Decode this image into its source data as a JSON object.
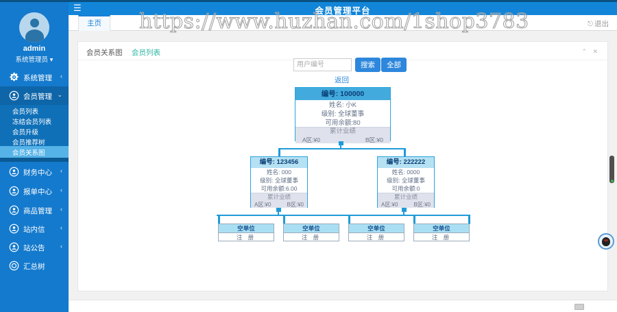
{
  "app": {
    "title": "会员管理平台",
    "menu_icon": "☰",
    "home_tab": "主页",
    "logout_icon": "⎋",
    "logout": "退出"
  },
  "watermark": "https://www.huzhan.com/1shop3783",
  "user": {
    "name": "admin",
    "role": "系统管理员 ▾"
  },
  "sidebar": {
    "items": [
      {
        "label": "系统管理",
        "icon": "gear",
        "chevron": "‹"
      },
      {
        "label": "会员管理",
        "icon": "users",
        "chevron": "⌄"
      },
      {
        "label": "财务中心",
        "icon": "users",
        "chevron": "‹"
      },
      {
        "label": "报单中心",
        "icon": "users",
        "chevron": "‹"
      },
      {
        "label": "商品管理",
        "icon": "users",
        "chevron": "‹"
      },
      {
        "label": "站内信",
        "icon": "users",
        "chevron": "‹"
      },
      {
        "label": "站公告",
        "icon": "users",
        "chevron": "‹"
      },
      {
        "label": "汇总树",
        "icon": "target",
        "chevron": ""
      }
    ],
    "member_submenu": [
      {
        "label": "会员列表"
      },
      {
        "label": "冻结会员列表"
      },
      {
        "label": "会员升级"
      },
      {
        "label": "会员推荐树"
      },
      {
        "label": "会员关系图"
      }
    ]
  },
  "panel": {
    "tab_current": "会员关系图",
    "tab_link": "会员列表",
    "collapse_icon": "⌃",
    "close_icon": "✕"
  },
  "search": {
    "placeholder": "用户编号",
    "search_btn": "搜索",
    "all_btn": "全部",
    "back_link": "返回"
  },
  "tree": {
    "root": {
      "id": "编号: 100000",
      "name": "姓名: 小K",
      "level": "级别: 全球董事",
      "balance": "可用余额:80",
      "perf": "累计业绩",
      "zone_a": "A区:¥0",
      "zone_b": "B区:¥0"
    },
    "children": [
      {
        "id": "编号: 123456",
        "name": "姓名: 000",
        "level": "级别: 全球董事",
        "balance": "可用余额:6.00",
        "perf": "累计业绩",
        "zone_a": "A区:¥0",
        "zone_b": "B区:¥0"
      },
      {
        "id": "编号: 222222",
        "name": "姓名: 0000",
        "level": "级别: 全球董事",
        "balance": "可用余额:0",
        "perf": "累计业绩",
        "zone_a": "A区:¥0",
        "zone_b": "B区:¥0"
      }
    ],
    "leaves": [
      {
        "title": "空单位",
        "action": "注 册"
      },
      {
        "title": "空单位",
        "action": "注 册"
      },
      {
        "title": "空单位",
        "action": "注 册"
      },
      {
        "title": "空单位",
        "action": "注 册"
      }
    ]
  },
  "colors": {
    "accent": "#1285d8",
    "sidebar": "#147acd",
    "active_item": "#55b3e8",
    "teal_link": "#2cb6a0",
    "connector": "#1f9bd8",
    "button": "#2d87dc"
  }
}
